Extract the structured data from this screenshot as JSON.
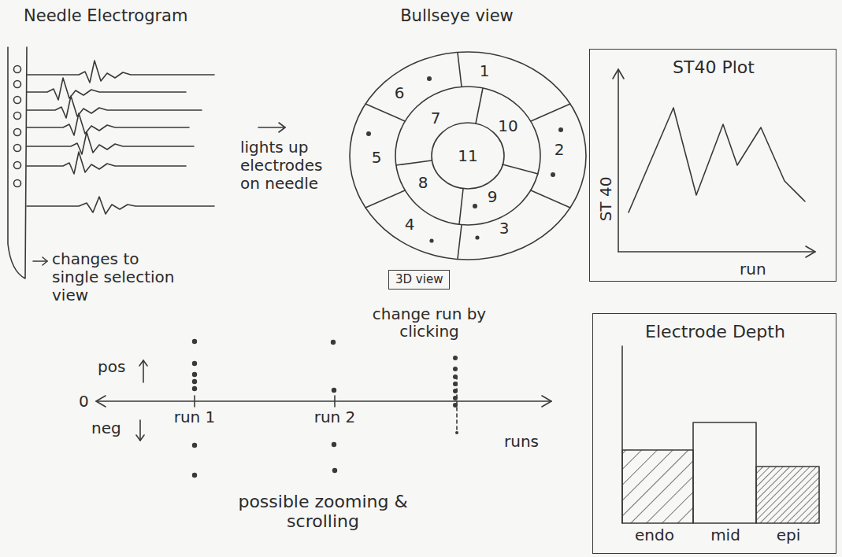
{
  "diagram": {
    "nodes": [
      {
        "text": [
          "ST40 Plot",
          "ST 40",
          "run"
        ]
      },
      {
        "text": [
          "3D view"
        ]
      },
      {
        "text": [
          "Electrode Depth",
          "endo",
          "mid",
          "epi"
        ]
      }
    ],
    "labels": [
      "Needle Electrogram",
      "Bullseye view",
      "lights up electrodes on needle",
      "changes to single selection view",
      "6",
      "1",
      "7",
      "10",
      "2",
      "5",
      "11",
      "8",
      "9",
      "4",
      "3",
      "change run by clicking",
      "pos",
      "0",
      "run 1",
      "run 2",
      "runs",
      "neg",
      "possible zooming & scrolling"
    ]
  }
}
